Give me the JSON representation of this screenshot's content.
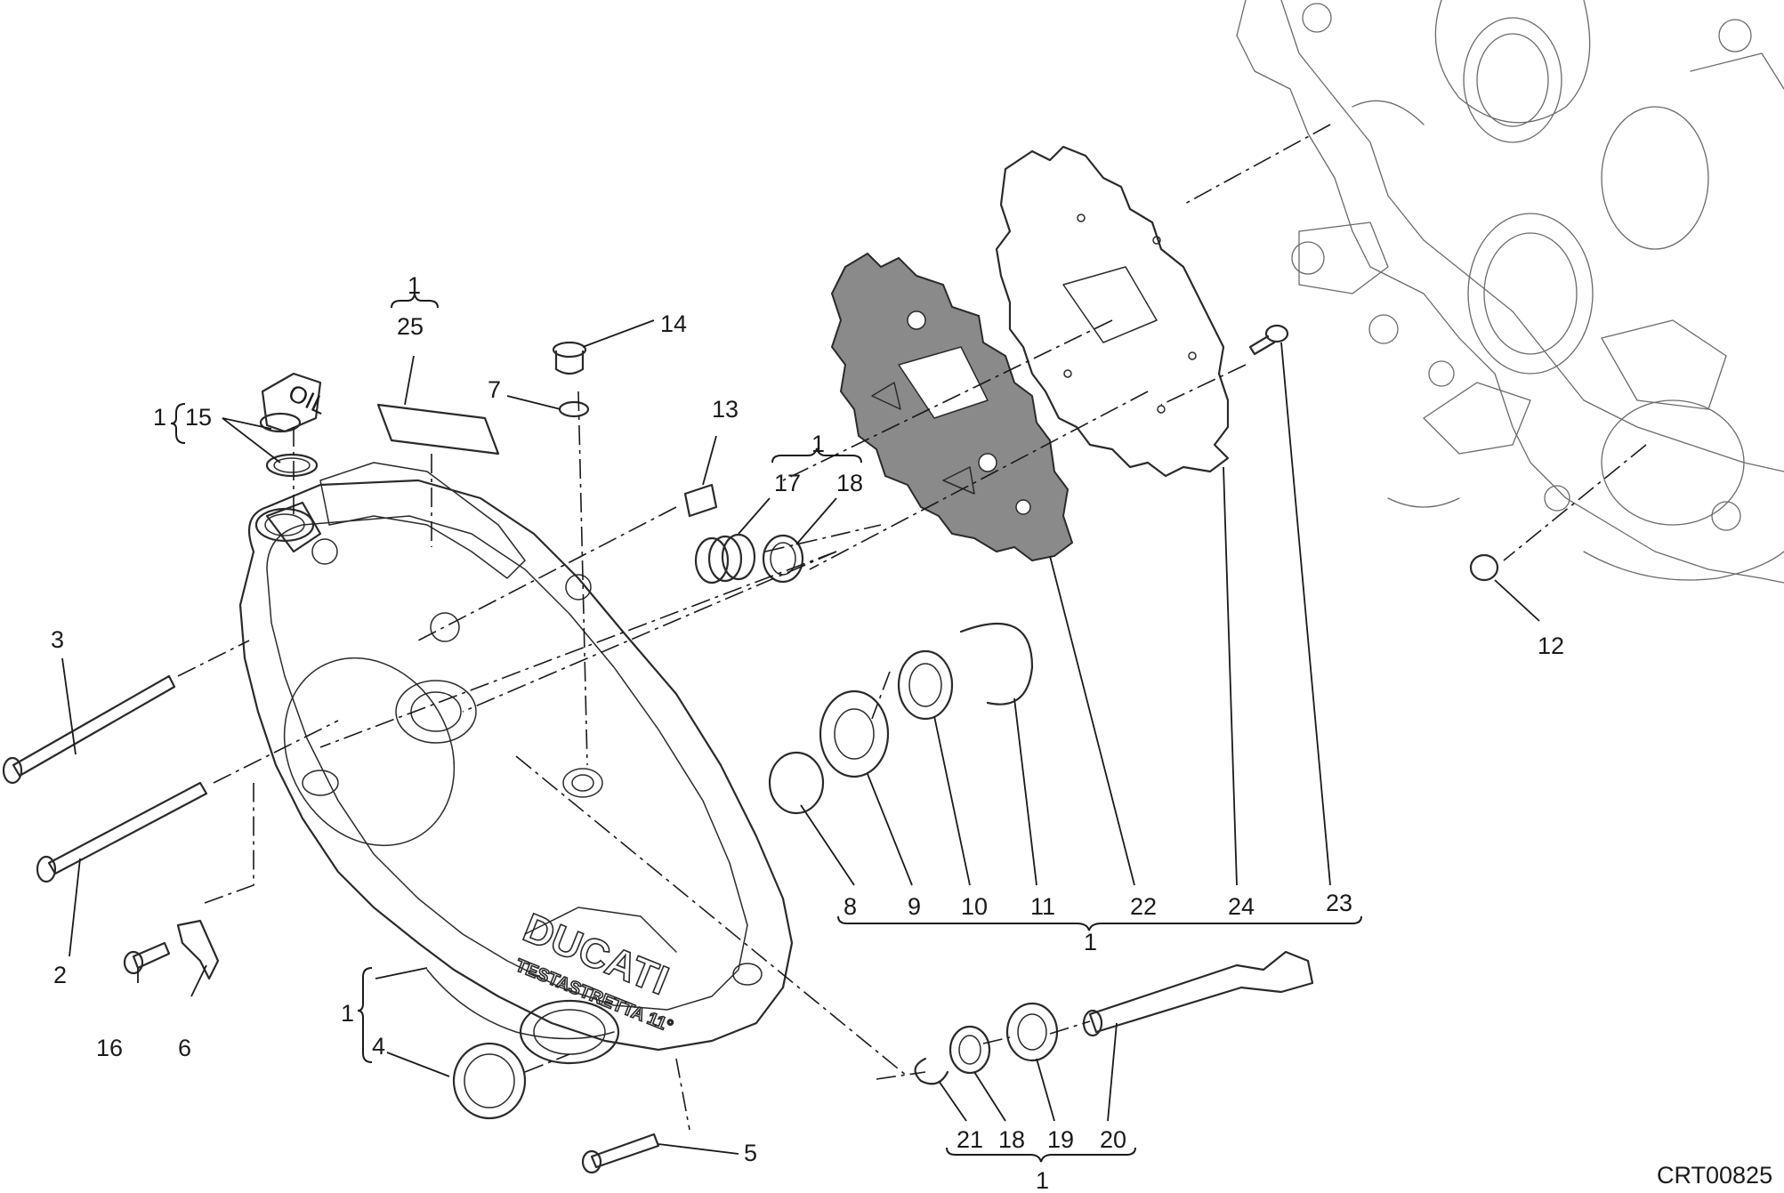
{
  "diagram": {
    "reference_code": "CRT00825",
    "cover_logo_text": "DUCATI",
    "cover_sub_text": "TESTASTRETTA 11°",
    "oil_cap_text": "OIL",
    "labels": [
      "1",
      "2",
      "3",
      "4",
      "5",
      "6",
      "7",
      "8",
      "9",
      "10",
      "11",
      "12",
      "13",
      "14",
      "15",
      "16",
      "17",
      "18",
      "19",
      "20",
      "21",
      "22",
      "23",
      "24",
      "25"
    ]
  }
}
